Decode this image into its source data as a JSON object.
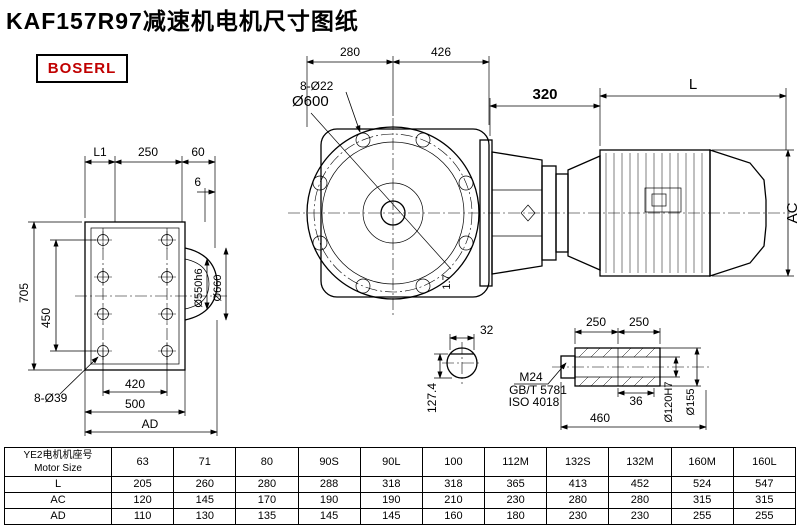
{
  "title": "KAF157R97减速机电机尺寸图纸",
  "logo": "BOSERL",
  "dims": {
    "top_280": "280",
    "top_426": "426",
    "bolt_holes_flange": "8-Ø22",
    "flange_circle": "Ø600",
    "motor_320": "320",
    "motor_len": "L",
    "motor_ac": "AC",
    "side_L1": "L1",
    "side_250": "250",
    "side_60": "60",
    "side_6": "6",
    "side_705": "705",
    "side_450": "450",
    "spigot_550": "Ø550h6",
    "flange_660": "Ø660",
    "side_holes": "8-Ø39",
    "side_420": "420",
    "side_500": "500",
    "side_AD": "AD",
    "gap_1_7": "1.7",
    "key_32": "32",
    "key_127_4": "127.4",
    "shaft_250_left": "250",
    "shaft_250_right": "250",
    "bolt_m24": "M24",
    "bolt_gbt": "GB/T 5781",
    "bolt_iso": "ISO 4018",
    "shaft_36": "36",
    "shaft_460": "460",
    "bore_120": "Ø120H7",
    "shaft_155": "Ø155"
  },
  "table": {
    "row_label_cn": "YE2电机机座号",
    "row_label_en": "Motor Size",
    "sizes": [
      "63",
      "71",
      "80",
      "90S",
      "90L",
      "100",
      "112M",
      "132S",
      "132M",
      "160M",
      "160L"
    ],
    "rows": [
      {
        "label": "L",
        "values": [
          "205",
          "260",
          "280",
          "288",
          "318",
          "318",
          "365",
          "413",
          "452",
          "524",
          "547"
        ]
      },
      {
        "label": "AC",
        "values": [
          "120",
          "145",
          "170",
          "190",
          "190",
          "210",
          "230",
          "280",
          "280",
          "315",
          "315"
        ]
      },
      {
        "label": "AD",
        "values": [
          "110",
          "130",
          "135",
          "145",
          "145",
          "160",
          "180",
          "230",
          "230",
          "255",
          "255"
        ]
      }
    ]
  }
}
